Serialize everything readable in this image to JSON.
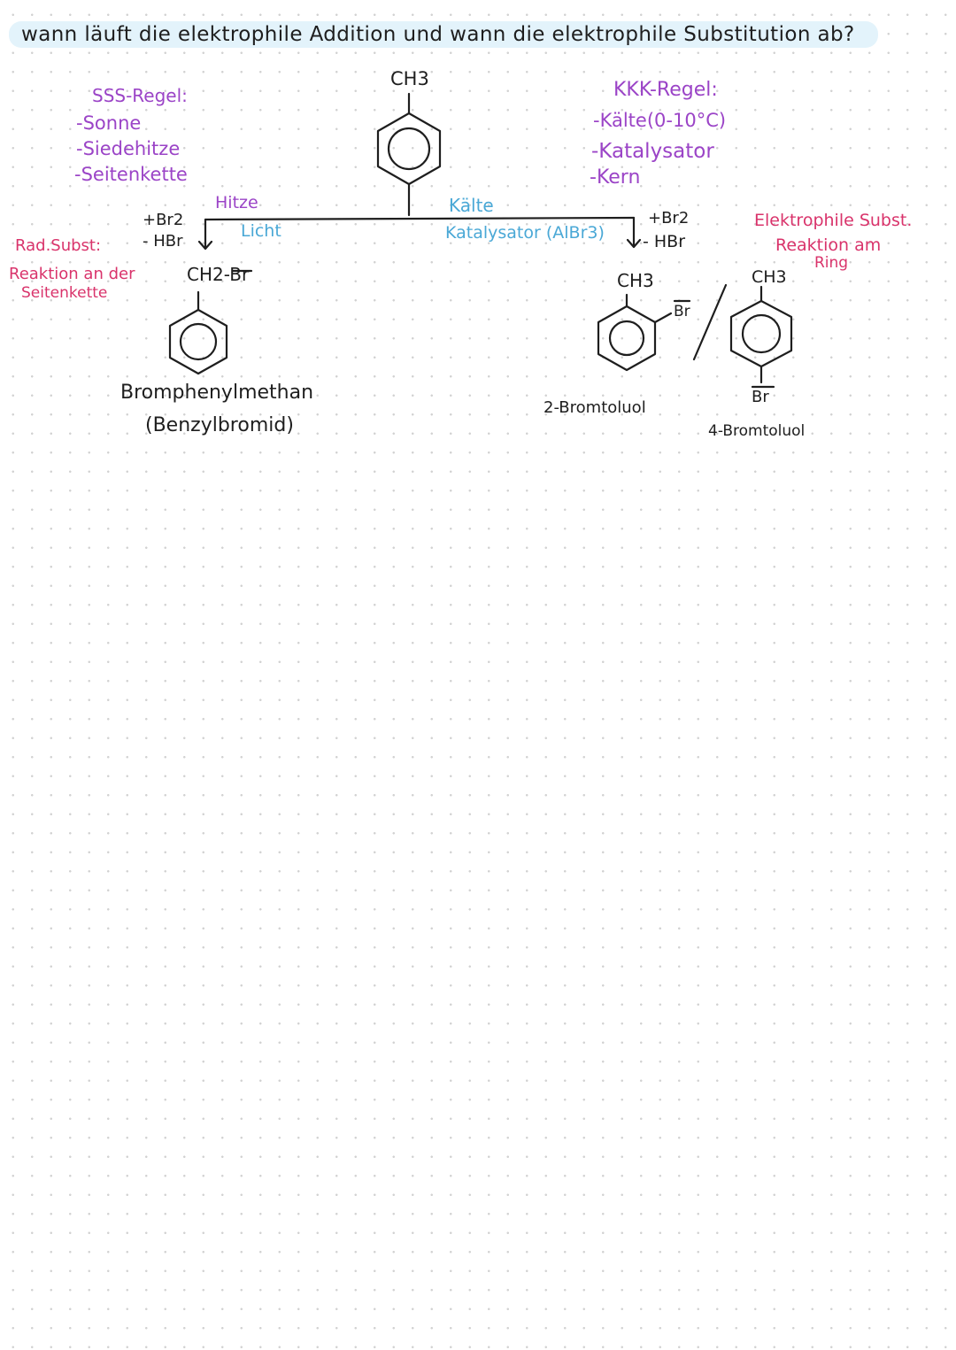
{
  "title": "wann läuft die elektrophile Addition und wann die elektrophile Substitution ab?",
  "start_molecule": {
    "substituent": "CH3"
  },
  "sss_rule": {
    "heading": "SSS-Regel:",
    "items": [
      "-Sonne",
      "-Siedehitze",
      "-Seitenkette"
    ]
  },
  "kkk_rule": {
    "heading": "KKK-Regel:",
    "items": [
      "-Kälte(0-10°C)",
      "-Katalysator",
      "-Kern"
    ]
  },
  "left_branch": {
    "condition_1": "Hitze",
    "condition_2": "Licht",
    "reagent_add": "+Br2",
    "reagent_remove": "- HBr",
    "reaction_type": "Rad.Subst:",
    "reaction_note_1": "Reaktion an der",
    "reaction_note_2": "Seitenkette",
    "product_group": "CH2-Br",
    "product_name": "Bromphenylmethan",
    "product_alt_name": "(Benzylbromid)"
  },
  "right_branch": {
    "condition_1": "Kälte",
    "condition_2": "Katalysator (AlBr3)",
    "reagent_add": "+Br2",
    "reagent_remove": "- HBr",
    "reaction_type": "Elektrophile Subst.",
    "reaction_note_1": "Reaktion am",
    "reaction_note_2": "Ring",
    "product_1_group": "CH3",
    "product_1_sub": "Br",
    "product_1_name": "2-Bromtoluol",
    "product_2_group": "CH3",
    "product_2_sub": "Br",
    "product_2_name": "4-Bromtoluol"
  },
  "colors": {
    "purple": "#9b44c7",
    "pink": "#d9336b",
    "blue": "#4aa8d6",
    "ink": "#1e1e1e",
    "highlight": "#e3f3fb"
  }
}
